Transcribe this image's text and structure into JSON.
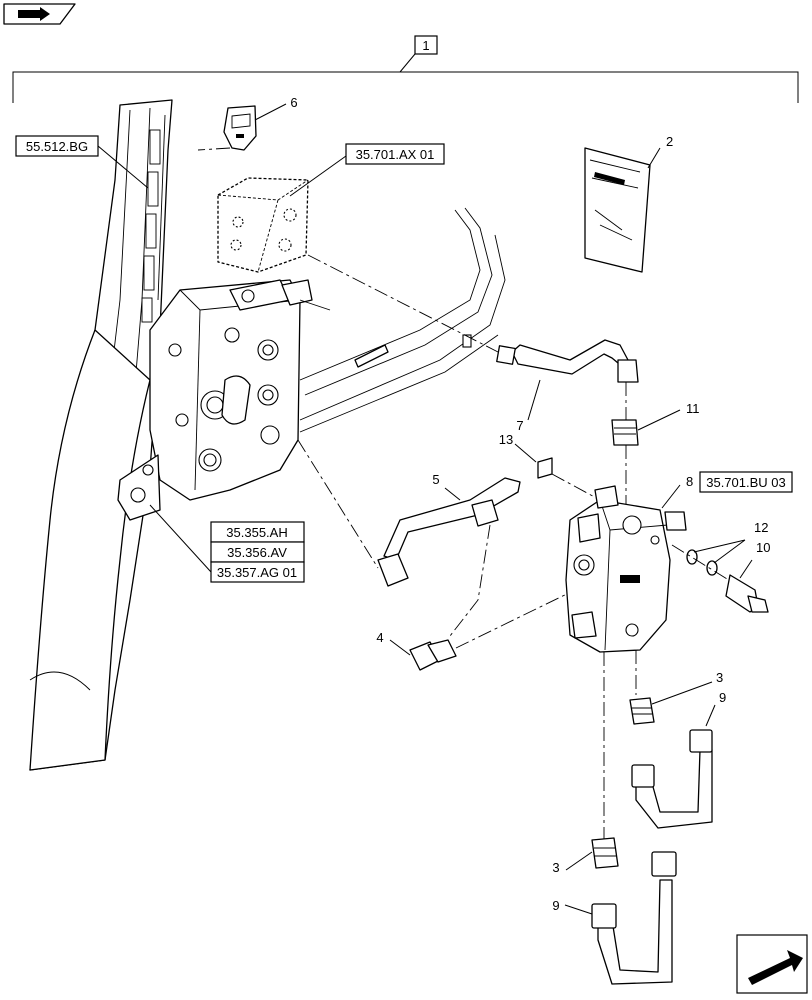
{
  "diagram": {
    "main_callout": "1",
    "refs": {
      "r1": "55.512.BG",
      "r2": "35.701.AX 01",
      "r3": "35.701.BU 03",
      "r4": "35.355.AH",
      "r5": "35.356.AV",
      "r6": "35.357.AG 01"
    },
    "callouts": {
      "c2": "2",
      "c3a": "3",
      "c3b": "3",
      "c4": "4",
      "c5": "5",
      "c6": "6",
      "c7": "7",
      "c8": "8",
      "c9a": "9",
      "c9b": "9",
      "c10": "10",
      "c11": "11",
      "c12": "12",
      "c13": "13"
    }
  },
  "icons": {
    "top_left": "book-arrow-icon",
    "bottom_right": "next-page-arrow-icon"
  }
}
